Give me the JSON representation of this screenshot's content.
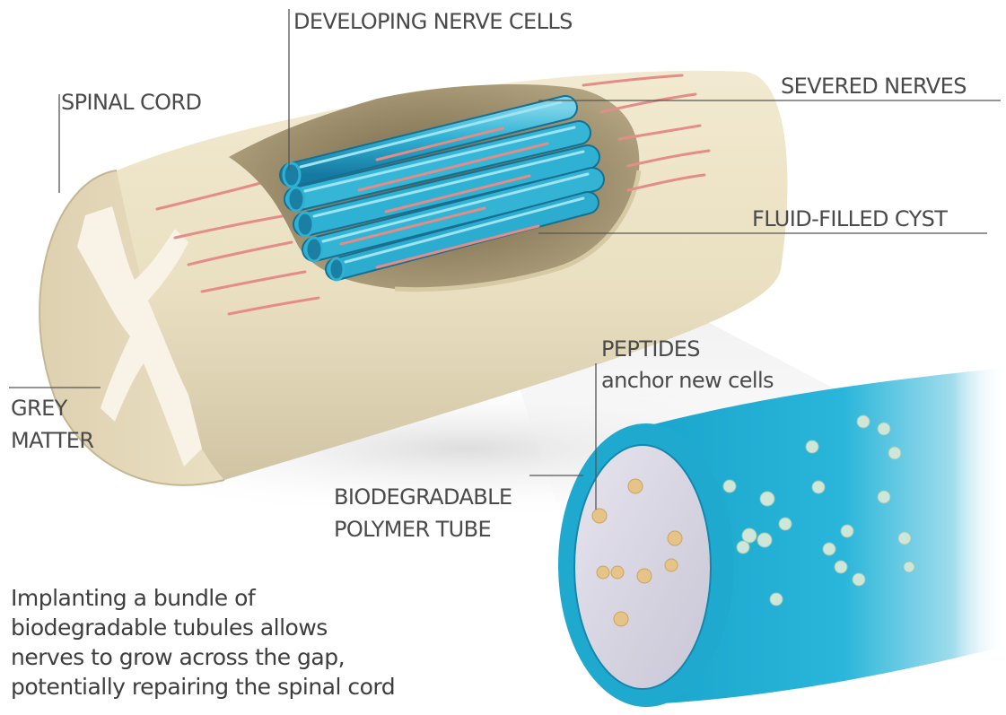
{
  "labels": {
    "developing_nerve_cells": "DEVELOPING NERVE CELLS",
    "spinal_cord": "SPINAL CORD",
    "severed_nerves": "SEVERED NERVES",
    "fluid_filled_cyst": "FLUID-FILLED CYST",
    "grey_matter_line1": "GREY",
    "grey_matter_line2": "MATTER",
    "peptides_title": "PEPTIDES",
    "peptides_desc": "anchor new cells",
    "polymer_line1": "BIODEGRADABLE",
    "polymer_line2": "POLYMER TUBE"
  },
  "caption": [
    "Implanting a bundle of",
    "biodegradable tubules allows",
    "nerves to grow across the gap,",
    "potentially repairing the spinal cord"
  ],
  "colors": {
    "cord": "#ede3c6",
    "cord_shadow": "#c9bd9c",
    "grey_matter": "#f8f3e6",
    "cyst": "#a39471",
    "tubule": "#2fb1d3",
    "tubule_dark": "#1b86a8",
    "nerve": "#e58c86",
    "peptide": "#e6c487",
    "label_text": "#4a4a4a"
  }
}
